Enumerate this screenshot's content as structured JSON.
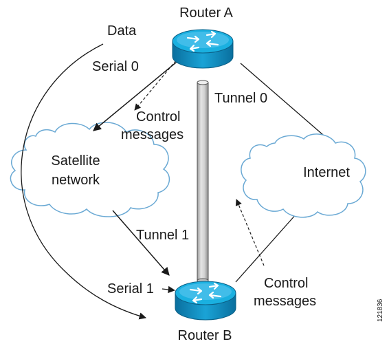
{
  "routers": {
    "a": {
      "label": "Router A"
    },
    "b": {
      "label": "Router B"
    }
  },
  "clouds": {
    "satellite": {
      "line1": "Satellite",
      "line2": "network"
    },
    "internet": {
      "label": "Internet"
    }
  },
  "labels": {
    "data": "Data",
    "serial0": "Serial 0",
    "serial1": "Serial 1",
    "tunnel0": "Tunnel 0",
    "tunnel1": "Tunnel 1",
    "control_top": {
      "line1": "Control",
      "line2": "messages"
    },
    "control_bottom": {
      "line1": "Control",
      "line2": "messages"
    }
  },
  "figure_id": "121836",
  "colors": {
    "router": "#1aa3d6",
    "router_dark": "#0b78a8",
    "router_top": "#5cc7ee",
    "cloud_stroke": "#6aa9d4",
    "tube": "#c8c8c8"
  },
  "icons": {
    "router": "router-icon",
    "cloud": "cloud-icon",
    "arrow": "arrow-icon"
  }
}
